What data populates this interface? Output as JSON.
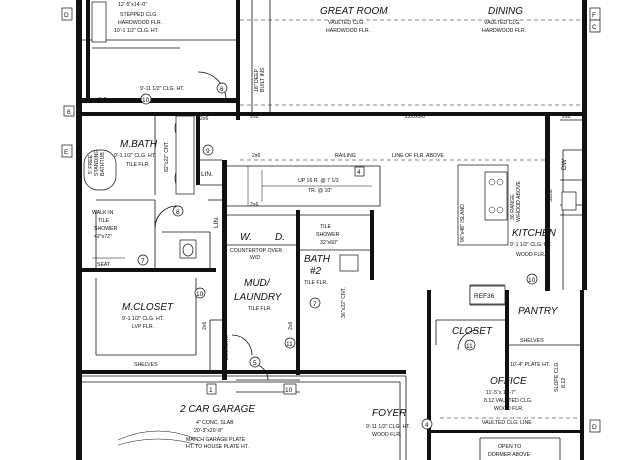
{
  "rooms": {
    "great_room": {
      "name": "GREAT ROOM",
      "n1": "VAULTED CLG.",
      "n2": "HARDWOOD FLR."
    },
    "dining": {
      "name": "DINING",
      "n1": "VAULTED CLG.",
      "n2": "HARDWOOD FLR."
    },
    "top_left": {
      "n0": "12'-5\"x14'-0\"",
      "n1": "STEPPED CLG.",
      "n2": "HARDWOOD FLR.",
      "n3": "10'-1 1/2\" CLG. HT."
    },
    "m_bath": {
      "name": "M.BATH",
      "n1": "9'-1 1/2\" CLG. HT.",
      "n2": "TILE FLR."
    },
    "freestanding_tub": {
      "n1": "5' FREE",
      "n2": "STANDING",
      "n3": "BATHTUB"
    },
    "walkin_shower": {
      "n1": "WALK-IN",
      "n2": "TILE",
      "n3": "SHOWER",
      "n4": "42\"x72\""
    },
    "seat": "SEAT",
    "m_closet": {
      "name": "M.CLOSET",
      "n1": "9'-1 1/2\" CLG. HT.",
      "n2": "LVP FLR."
    },
    "lin_1": "LIN.",
    "lin_2": "LIN.",
    "mud_laundry": {
      "name1": "MUD/",
      "name2": "LAUNDRY",
      "n1": "TILE FLR.",
      "w": "W.",
      "d": "D.",
      "counter1": "COUNTERTOP OVER",
      "counter2": "W/D"
    },
    "bath2": {
      "name1": "BATH",
      "name2": "#2",
      "n1": "TILE FLR.",
      "shower1": "TILE",
      "shower2": "SHOWER",
      "shower3": "32\"x60\"",
      "vanity": "36\"x22\" CNT."
    },
    "kitchen": {
      "name": "KITCHEN",
      "n1": "9'-1 1/2\" CLG. HT.",
      "n2": "WOOD FLR.",
      "island1": "96\"x48\" ISLAND",
      "range1": "36 RANGE",
      "range2": "W/HOOD ABOVE",
      "sb": "SB36",
      "dw": "DW",
      "ref": "REF36"
    },
    "pantry": {
      "name": "PANTRY",
      "shelves": "SHELVES"
    },
    "closet": {
      "name": "CLOSET"
    },
    "office": {
      "name": "OFFICE",
      "n0": "11'-5\"x 11'-7\"",
      "n1": "8.12 VAULTED CLG.",
      "n2": "WOOD FLR.",
      "n3": "VAULTED CLG. LINE",
      "side1": "SLOPE CLG.",
      "side2": "8.12"
    },
    "plate_ht": "10'-4\" PLATE HT.",
    "open_to": {
      "l1": "OPEN TO",
      "l2": "DORMER ABOVE"
    },
    "foyer": {
      "name": "FOYER",
      "n1": "9'-11 1/2\" CLG. HT.",
      "n2": "WOOD FLR."
    },
    "garage": {
      "name": "2 CAR GARAGE",
      "n1": "4\" CONC. SLAB",
      "n2": "20'-3\"x20'-8\"",
      "n3": "MATCH GARAGE PLATE",
      "n4": "HT. TO HOUSE PLATE HT."
    },
    "shelves_closet": "SHELVES",
    "lockers": "LOCKERS"
  },
  "notes": {
    "railing": "RAILING",
    "line_above": "LINE OF FLR. ABOVE",
    "stairs1": "UP 16 R. @ 7 1/2",
    "stairs2": "TR. @ 10\"",
    "deep_shelves1": "18\" DEEP",
    "deep_shelves2": "BUILT INS",
    "cnt_vanity": "82\"x22\" CNT.",
    "clg_ht_top": "9'-11 1/2\" CLG. HT.",
    "header_22": "22/0x9/0",
    "x2x8_1": "2x8",
    "x2x8_2": "2x8",
    "x2x6_1": "2x6",
    "x2x6_2": "2x6",
    "x2x6_3": "2x6",
    "x2x6_4": "2x6",
    "x2x6_5": "2x6",
    "x2x6_6": "2x6"
  },
  "sheet_tags": {
    "d_left": "D",
    "e_left": "E",
    "f_right": "F",
    "c_right": "C",
    "d_right": "D",
    "l6": "6",
    "l4": "4",
    "n1": "1",
    "n10": "10",
    "n4": "4"
  },
  "circle_tags": {
    "c10a": "10",
    "c6": "6",
    "c9": "9",
    "c8": "8",
    "c7a": "7",
    "c10b": "10",
    "c7b": "7",
    "c11a": "11",
    "c5": "5",
    "c11b": "11",
    "c10c": "10",
    "c4": "4",
    "c10d": "10"
  }
}
